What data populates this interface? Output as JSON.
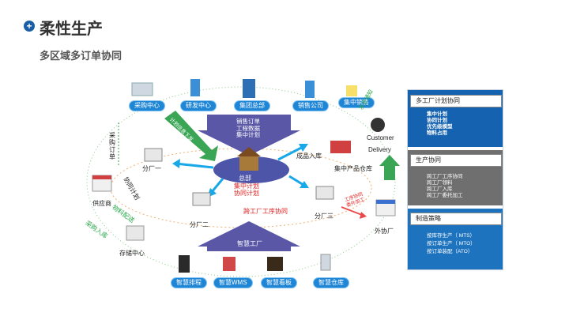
{
  "header": {
    "title": "柔性生产",
    "subtitle": "多区域多订单协同"
  },
  "top_nodes": [
    "采购中心",
    "研发中心",
    "集团总部",
    "销售公司",
    "集中销售"
  ],
  "hq_arrow": {
    "lines": [
      "销售订单",
      "工程数据",
      "集中计划"
    ]
  },
  "center": {
    "name": "总部",
    "red_lines": [
      "集中计划",
      "协同计划"
    ]
  },
  "factories": {
    "f1": "分厂一",
    "f2": "分厂二",
    "f3": "分厂三",
    "outsource": "外协厂"
  },
  "left_nodes": {
    "supplier": "供应商",
    "storage": "存储中心"
  },
  "labels": {
    "purchase_order": "采\n购\n订\n单",
    "collab_plan": "协同计划",
    "info_distribute": "计划信息下发",
    "material_dispatch": "物料配送",
    "purchase_in": "采购入库",
    "finished_in": "成品入库",
    "central_warehouse": "集中产品仓库",
    "customer": "Customer",
    "delivery": "Delivery",
    "cross_factory": "跨工厂工序协同",
    "outsource_flow": "工序协同\n委外加工",
    "shipping": "发货通知",
    "smart_factory": "智慧工厂"
  },
  "bottom_nodes": [
    "智慧排程",
    "智慧WMS",
    "智慧看板",
    "智慧仓库"
  ],
  "panel": {
    "sections": [
      {
        "title": "多工厂计划协同",
        "items": [
          "集中计划",
          "协同计划",
          "优先级模型",
          "物料占用"
        ]
      },
      {
        "title": "生产协同",
        "items": [
          "跨工厂工序协同",
          "跨工厂领料",
          "跨工厂入库",
          "跨工厂委托加工"
        ]
      },
      {
        "title": "制造策略",
        "items": [
          "按库存生产（ MTS）",
          "按订单生产（ MTO）",
          "按订单装配（ATO）"
        ]
      }
    ]
  },
  "colors": {
    "accent": "#1a5fa6",
    "pill": "#1f86d6",
    "arrow_green": "#3aa655",
    "arrow_purple": "#5a57a6",
    "red_text": "#e01e1e"
  }
}
